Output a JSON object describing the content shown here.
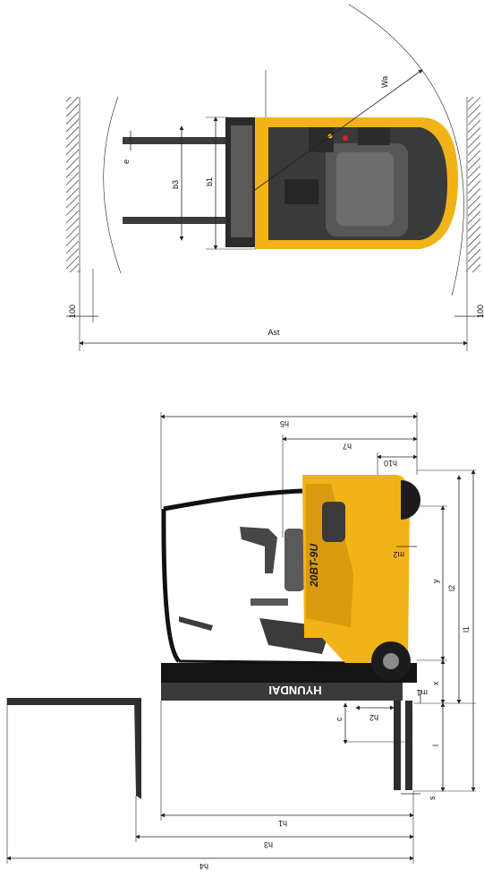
{
  "colors": {
    "body_yellow": "#f2b318",
    "body_shadow": "#c98d0a",
    "frame_black": "#151515",
    "seat_grey": "#4a4a4a",
    "hatch": "#333333",
    "logo_green": "#7fc241"
  },
  "top_view": {
    "dimensions": {
      "Wa": "Wa",
      "e": "e",
      "b3": "b3",
      "b1": "b1",
      "Ast": "Ast",
      "clearance_left": "100",
      "clearance_right": "100"
    }
  },
  "side_view": {
    "brand_logo": "HYUNDAI",
    "model_badge": "20BT-9U",
    "dimensions": {
      "h5": "h5",
      "h7": "h7",
      "h10": "h10",
      "m2": "m2",
      "y": "y",
      "l2": "l2",
      "l1": "l1",
      "x": "x",
      "m1": "m1",
      "h2": "h2",
      "c": "c",
      "l": "l",
      "s": "s",
      "h1": "h1",
      "h3": "h3",
      "h4": "h4"
    }
  }
}
